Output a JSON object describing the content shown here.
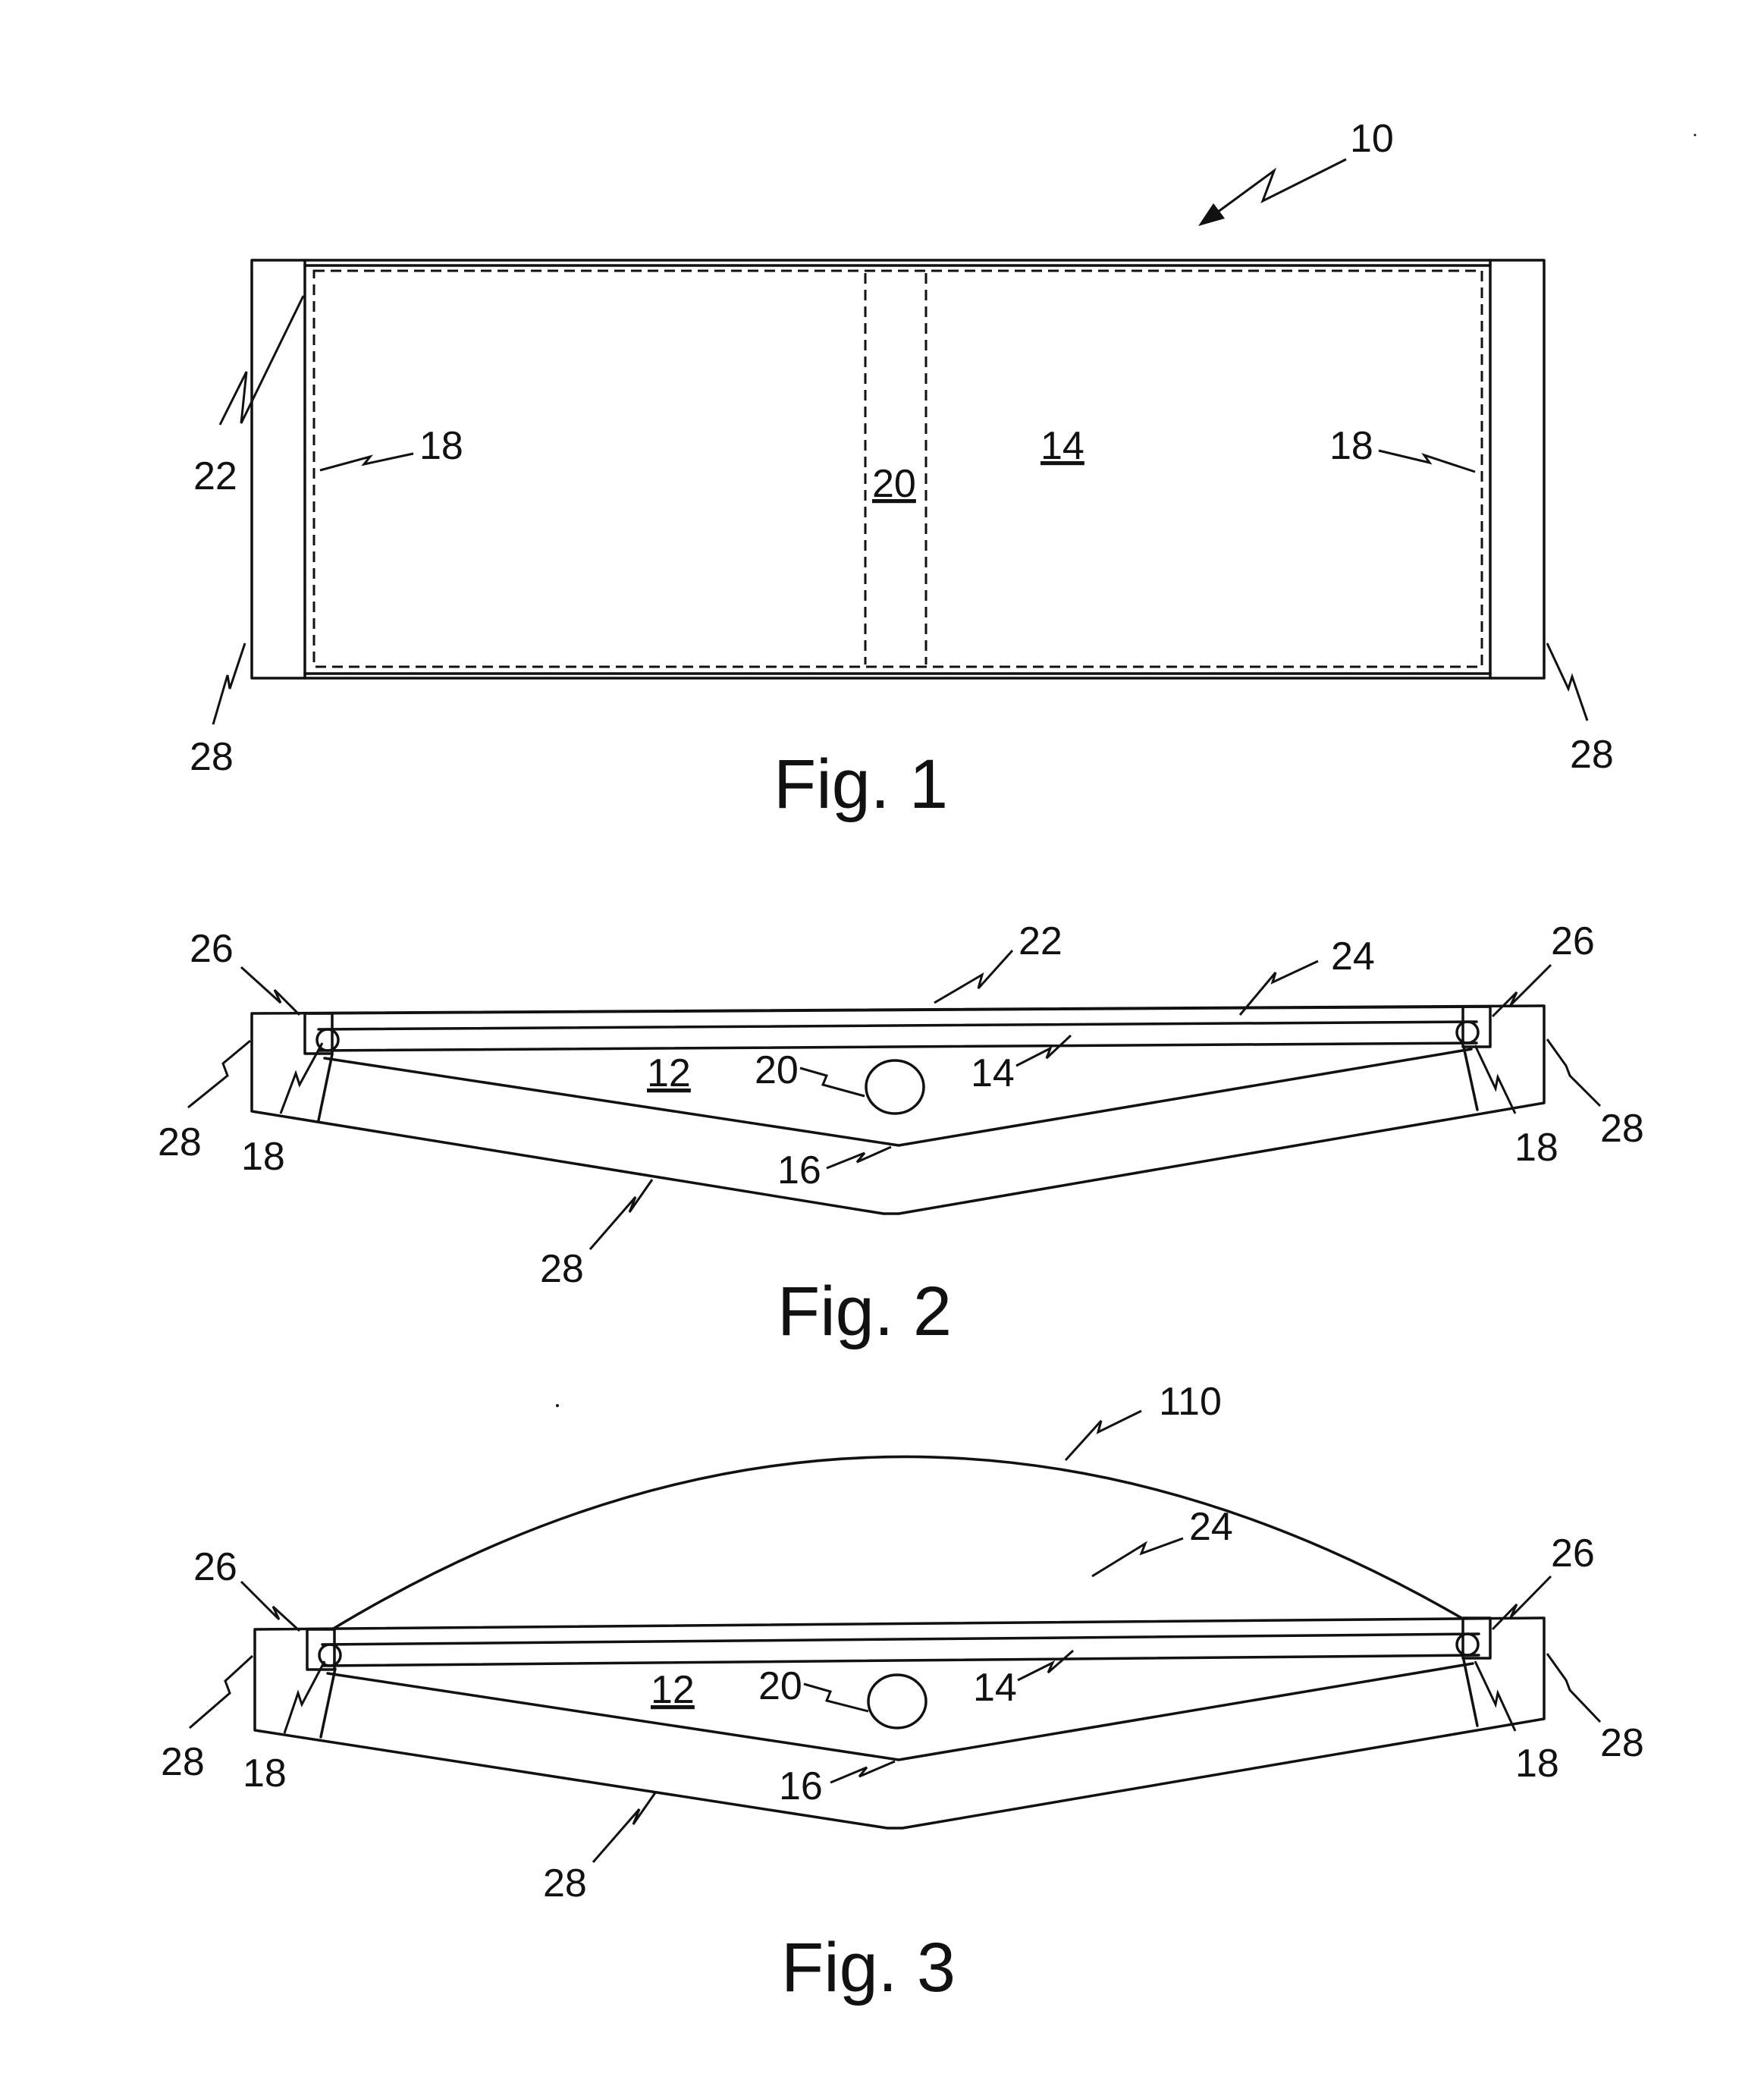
{
  "fig1": {
    "caption": "Fig.  1",
    "refs": {
      "r10": "10",
      "r22": "22",
      "r18a": "18",
      "r20": "20",
      "r14": "14",
      "r18b": "18",
      "r28a": "28",
      "r28b": "28"
    }
  },
  "fig2": {
    "caption": "Fig.  2",
    "refs": {
      "r26a": "26",
      "r22": "22",
      "r24": "24",
      "r26b": "26",
      "r12": "12",
      "r20": "20",
      "r14": "14",
      "r28a": "28",
      "r18a": "18",
      "r16": "16",
      "r18b": "18",
      "r28b": "28",
      "r28c": "28"
    }
  },
  "fig3": {
    "caption": "Fig.  3",
    "refs": {
      "r110": "110",
      "r24": "24",
      "r26a": "26",
      "r26b": "26",
      "r12": "12",
      "r20": "20",
      "r14": "14",
      "r28a": "28",
      "r18a": "18",
      "r18b": "18",
      "r28b": "28",
      "r16": "16",
      "r28c": "28"
    }
  }
}
